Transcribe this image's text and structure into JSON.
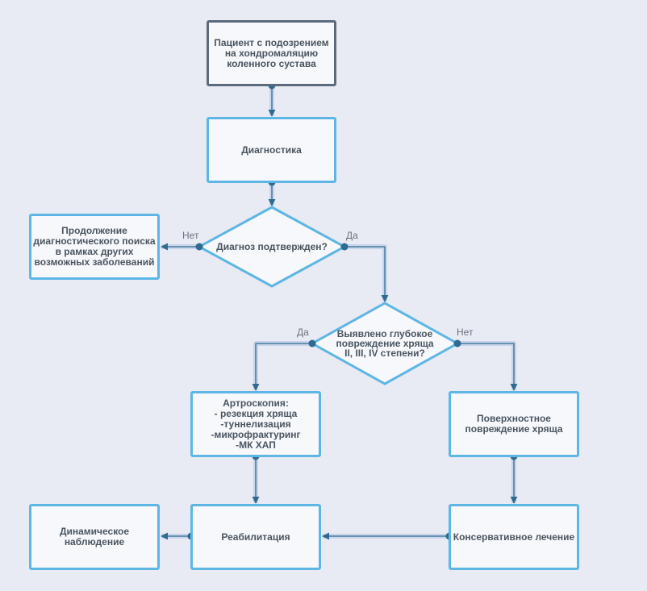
{
  "colors": {
    "background": "#e8eaf4",
    "node_border": "#5db6e4",
    "start_border": "#5b6b7b",
    "edge": "#2f6b8f"
  },
  "nodes": {
    "start": "Пациент с подозрением\nна хондромаляцию\nколенного сустава",
    "diagnostics": "Диагностика",
    "decision1": "Диагноз подтвержден?",
    "continue_search": "Продолжение\nдиагностического поиска\nв рамках других\nвозможных заболеваний",
    "decision2": "Выявлено глубокое\nповреждение хряща\nII, III, IV степени?",
    "arthroscopy": "Артроскопия:\n- резекция хряща\n-туннелизация\n-микрофрактуринг\n-МК ХАП",
    "superficial": "Поверхностное\nповреждение хряща",
    "observation": "Динамическое\nнаблюдение",
    "rehab": "Реабилитация",
    "conservative": "Консервативное лечение"
  },
  "edge_labels": {
    "no1": "Нет",
    "yes1": "Да",
    "yes2": "Да",
    "no2": "Нет"
  }
}
